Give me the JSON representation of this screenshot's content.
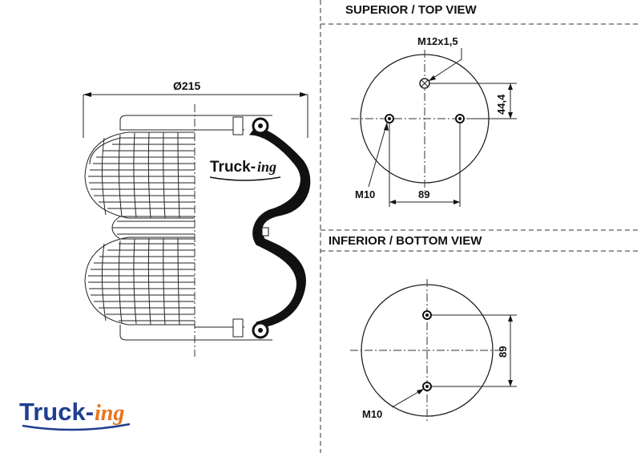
{
  "top_view": {
    "title": "SUPERIOR / TOP VIEW",
    "thread_label": "M12x1,5",
    "offset_label": "44,4",
    "stud_label": "M10",
    "spacing_label": "89"
  },
  "bottom_view": {
    "title": "INFERIOR / BOTTOM VIEW",
    "spacing_label": "89",
    "stud_label": "M10"
  },
  "side_view": {
    "diameter_label": "Ø215"
  },
  "brand": {
    "name_main": "Truck-",
    "name_suffix": "ing",
    "colors": {
      "main": "#1f3f8f",
      "suffix": "#e8731c"
    }
  }
}
